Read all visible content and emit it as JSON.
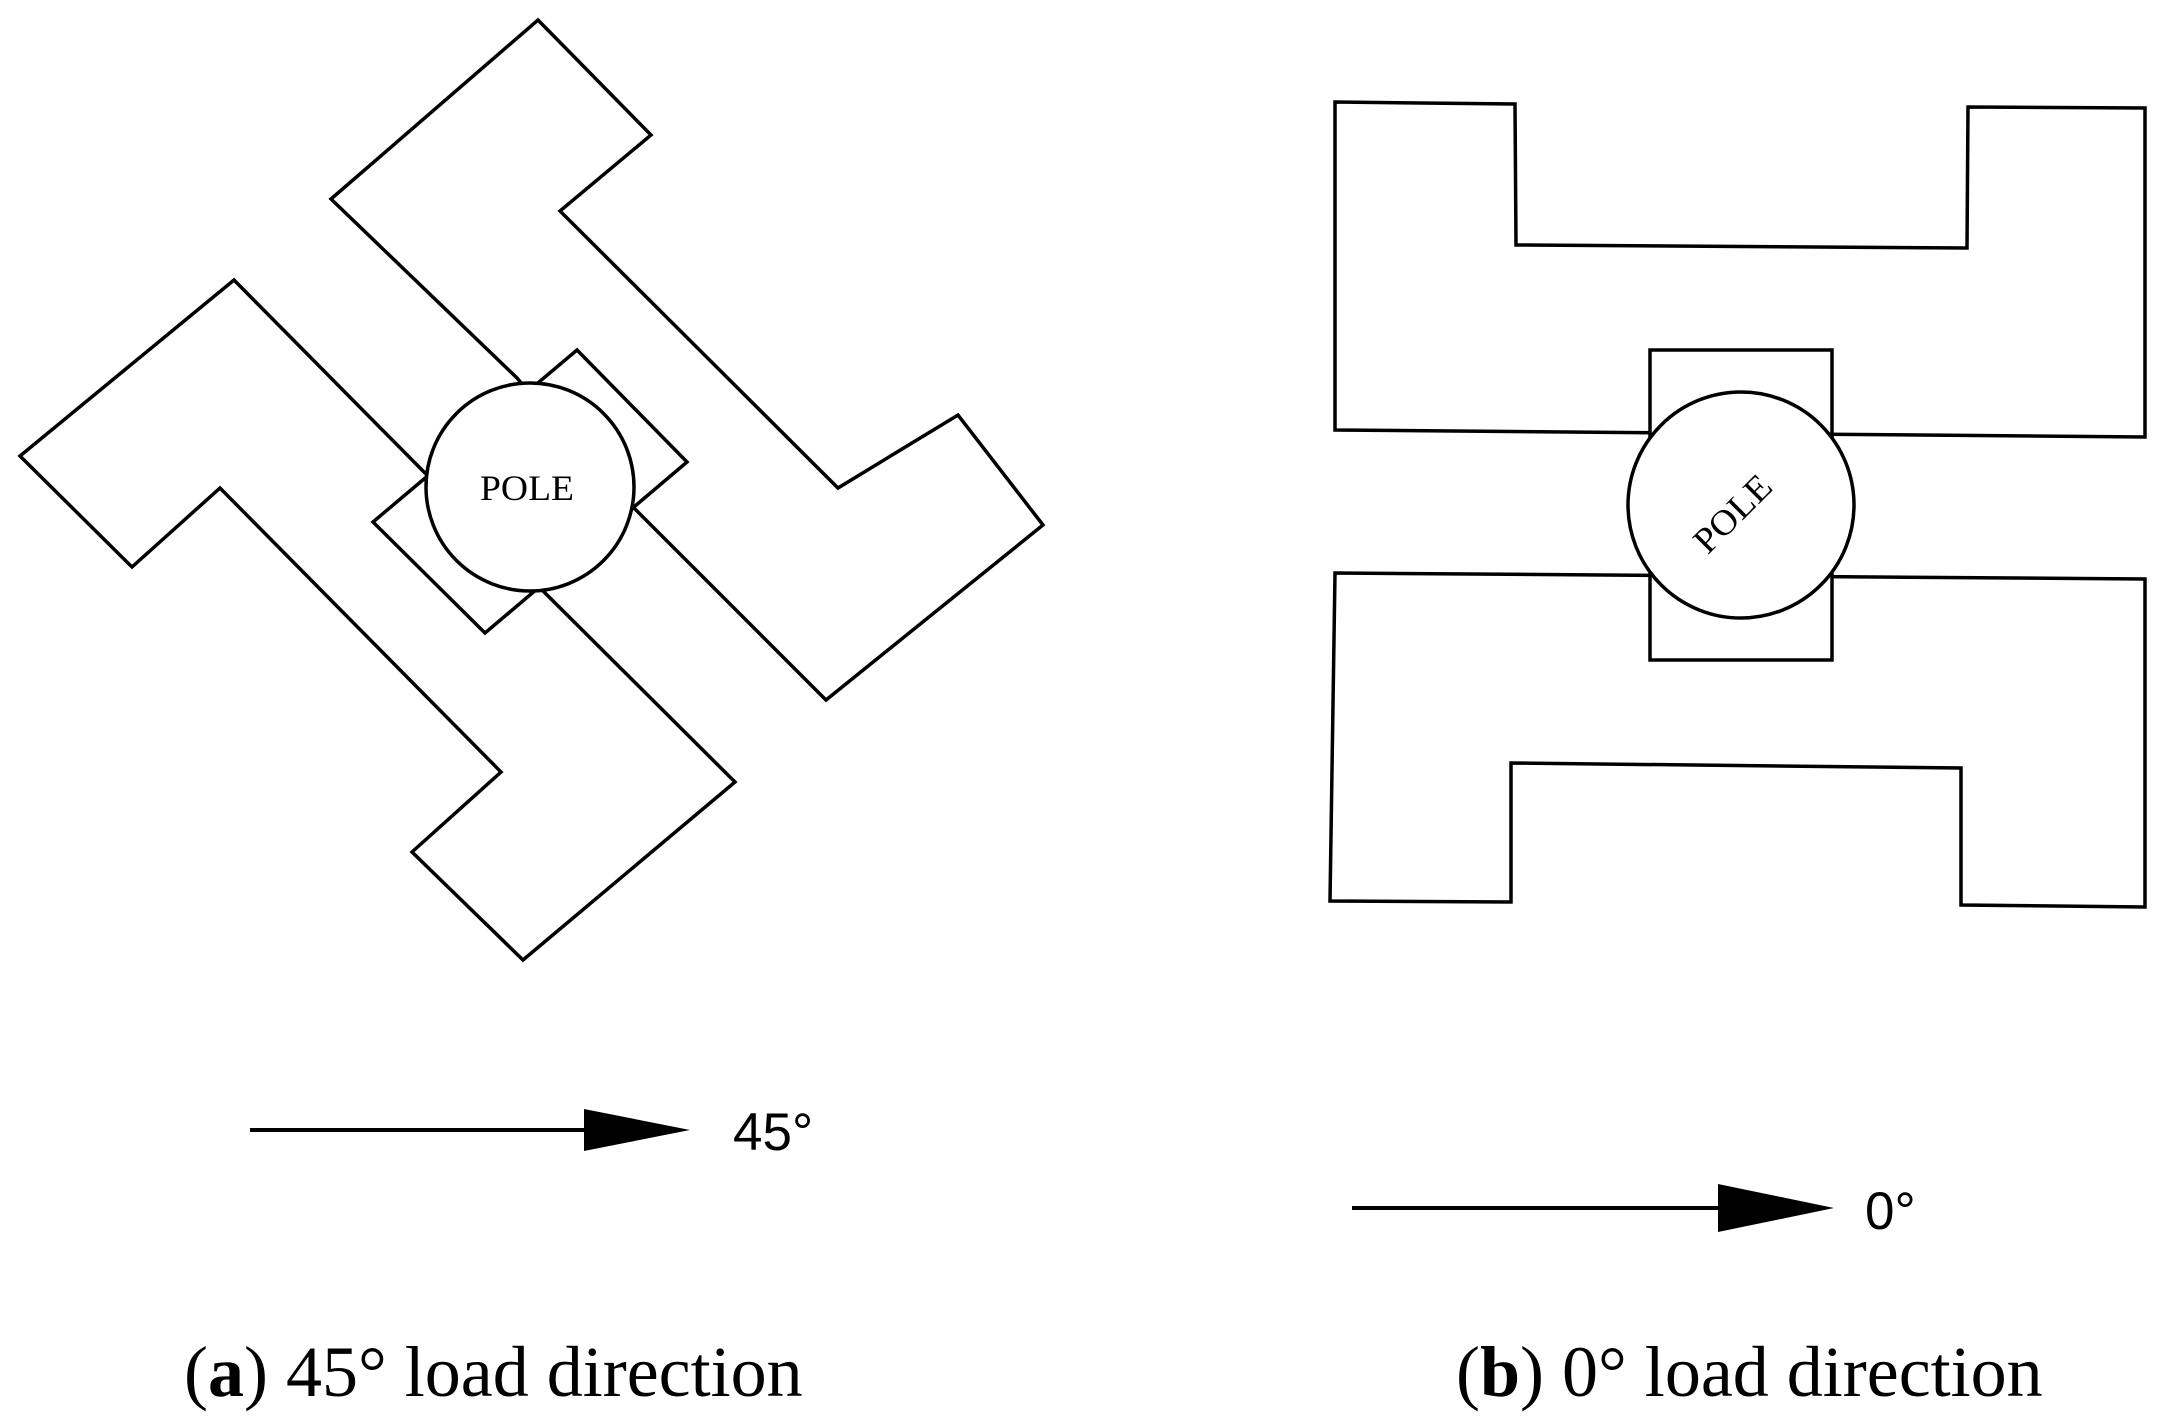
{
  "panel_a": {
    "pole_label": "POLE",
    "arrow_label": "45°",
    "caption_letter": "a",
    "caption_text": "45° load direction"
  },
  "panel_b": {
    "pole_label": "POLE",
    "arrow_label": "0°",
    "caption_letter": "b",
    "caption_text": "0° load direction"
  }
}
